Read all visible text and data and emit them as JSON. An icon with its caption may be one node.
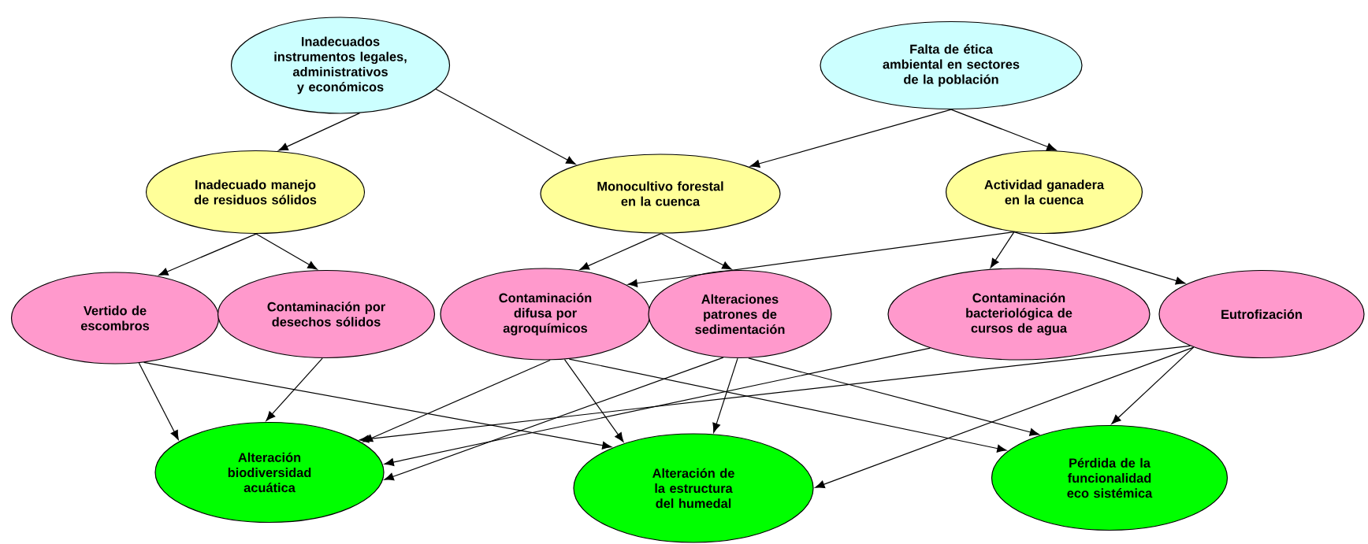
{
  "diagram": {
    "nodes": [
      {
        "text": [
          "Inadecuados instrumentos legales, administrativos y económicos"
        ]
      },
      {
        "text": [
          "Falta de ética ambiental en sectores de la población"
        ]
      },
      {
        "text": [
          "Inadecuado manejo de residuos sólidos"
        ]
      },
      {
        "text": [
          "Monocultivo forestal en la cuenca"
        ]
      },
      {
        "text": [
          "Actividad ganadera en la cuenca"
        ]
      },
      {
        "text": [
          "Vertido de escombros"
        ]
      },
      {
        "text": [
          "Contaminación por desechos sólidos"
        ]
      },
      {
        "text": [
          "Contaminación difusa por agroquímicos"
        ]
      },
      {
        "text": [
          "Alteraciones patrones de sedimentación"
        ]
      },
      {
        "text": [
          "Contaminación bacteriológica de cursos de agua"
        ]
      },
      {
        "text": [
          "Eutrofización"
        ]
      },
      {
        "text": [
          "Alteración biodiversidad acuática"
        ]
      },
      {
        "text": [
          "Alteración de la estructura del humedal"
        ]
      },
      {
        "text": [
          "Pérdida de la funcionalidad eco sistémica"
        ]
      }
    ],
    "edges": [
      {
        "from": 0,
        "to": 2,
        "arrow": "to"
      },
      {
        "from": 0,
        "to": 3,
        "arrow": "to"
      },
      {
        "from": 1,
        "to": 3,
        "arrow": "to"
      },
      {
        "from": 1,
        "to": 4,
        "arrow": "to"
      },
      {
        "from": 2,
        "to": 5,
        "arrow": "to"
      },
      {
        "from": 2,
        "to": 6,
        "arrow": "to"
      },
      {
        "from": 3,
        "to": 7,
        "arrow": "to"
      },
      {
        "from": 3,
        "to": 8,
        "arrow": "to"
      },
      {
        "from": 4,
        "to": 7,
        "arrow": "to"
      },
      {
        "from": 4,
        "to": 9,
        "arrow": "to"
      },
      {
        "from": 4,
        "to": 10,
        "arrow": "to"
      },
      {
        "from": 5,
        "to": 11,
        "arrow": "to"
      },
      {
        "from": 5,
        "to": 12,
        "arrow": "to"
      },
      {
        "from": 6,
        "to": 11,
        "arrow": "to"
      },
      {
        "from": 7,
        "to": 11,
        "arrow": "to"
      },
      {
        "from": 7,
        "to": 12,
        "arrow": "to"
      },
      {
        "from": 7,
        "to": 13,
        "arrow": "to"
      },
      {
        "from": 8,
        "to": 11,
        "arrow": "to"
      },
      {
        "from": 8,
        "to": 12,
        "arrow": "to"
      },
      {
        "from": 8,
        "to": 13,
        "arrow": "to"
      },
      {
        "from": 9,
        "to": 11,
        "arrow": "to"
      },
      {
        "from": 10,
        "to": 11,
        "arrow": "to"
      },
      {
        "from": 10,
        "to": 12,
        "arrow": "to"
      },
      {
        "from": 10,
        "to": 13,
        "arrow": "to"
      }
    ]
  }
}
